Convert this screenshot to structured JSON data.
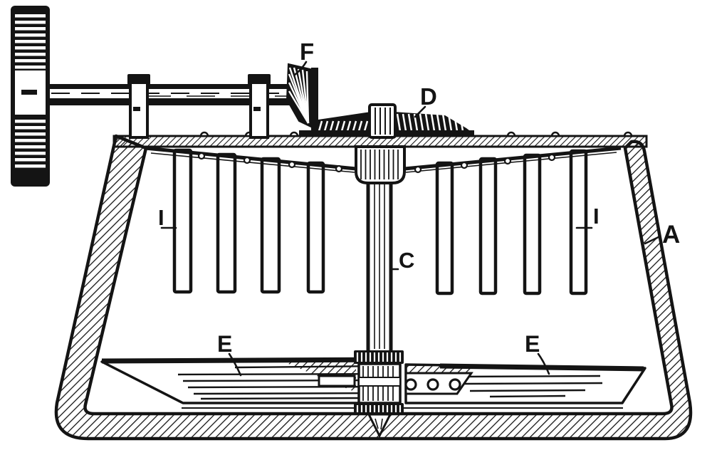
{
  "page": {
    "paper": "#ffffff",
    "ink": "#141414"
  },
  "diagram": {
    "callouts": {
      "f": "F",
      "d": "D",
      "c": "C",
      "a": "A",
      "i_left": "I",
      "i_right": "I",
      "e_left": "E",
      "e_right": "E"
    }
  }
}
